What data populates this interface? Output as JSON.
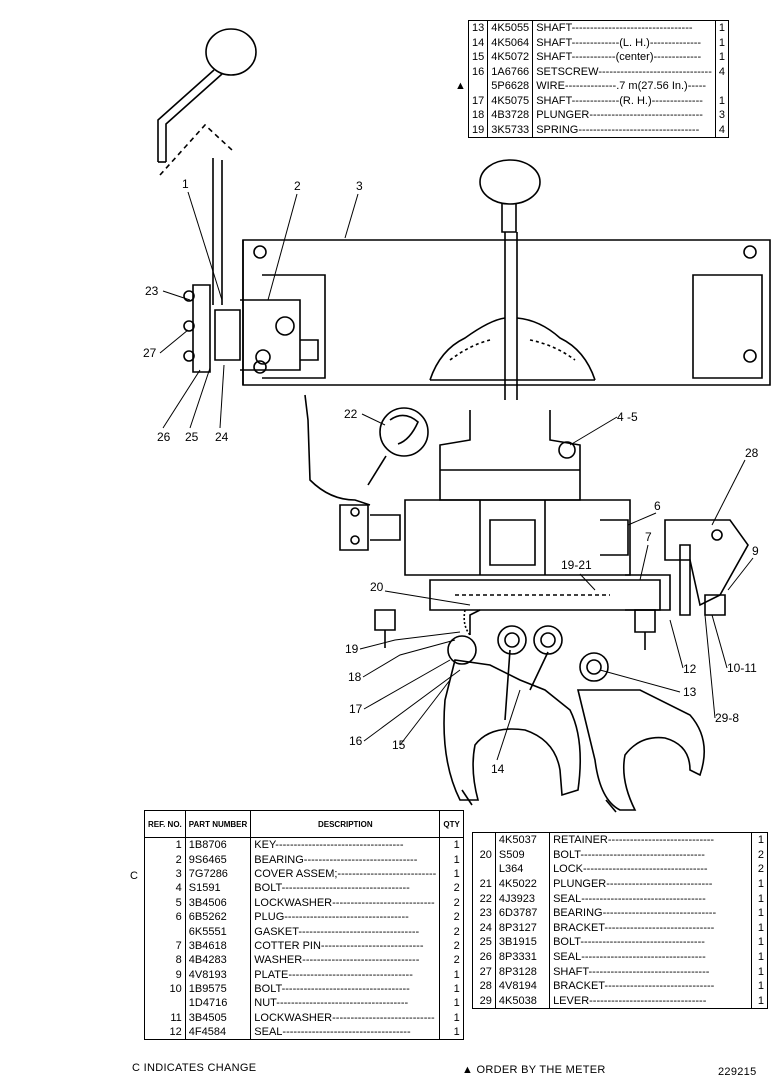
{
  "top_table": {
    "rows": [
      {
        "ref": "13",
        "part": "4K5055",
        "desc": "SHAFT---------------------------------",
        "qty": "1"
      },
      {
        "ref": "14",
        "part": "4K5064",
        "desc": "SHAFT-------------(L. H.)--------------",
        "qty": "1"
      },
      {
        "ref": "15",
        "part": "4K5072",
        "desc": "SHAFT------------(center)-------------",
        "qty": "1"
      },
      {
        "ref": "16",
        "part": "1A6766",
        "desc": "SETSCREW-------------------------------",
        "qty": "4"
      },
      {
        "ref": "",
        "part": "5P6628",
        "desc": "WIRE--------------.7 m(27.56 In.)-----",
        "qty": ""
      },
      {
        "ref": "17",
        "part": "4K5075",
        "desc": "SHAFT-------------(R. H.)--------------",
        "qty": "1"
      },
      {
        "ref": "18",
        "part": "4B3728",
        "desc": "PLUNGER-------------------------------",
        "qty": "3"
      },
      {
        "ref": "19",
        "part": "3K5733",
        "desc": "SPRING---------------------------------",
        "qty": "4"
      }
    ],
    "marker": "▲"
  },
  "bottom_left_table": {
    "headers": {
      "ref": "REF. NO.",
      "part": "PART NUMBER",
      "desc": "DESCRIPTION",
      "qty": "QTY"
    },
    "rows": [
      {
        "mark": "",
        "ref": "1",
        "part": "1B8706",
        "desc": "KEY-----------------------------------",
        "qty": "1"
      },
      {
        "mark": "",
        "ref": "2",
        "part": "9S6465",
        "desc": "BEARING-------------------------------",
        "qty": "1"
      },
      {
        "mark": "C",
        "ref": "3",
        "part": "7G7286",
        "desc": "COVER ASSEM;---------------------------",
        "qty": "1"
      },
      {
        "mark": "",
        "ref": "4",
        "part": "S1591",
        "desc": "BOLT-----------------------------------",
        "qty": "2"
      },
      {
        "mark": "",
        "ref": "5",
        "part": "3B4506",
        "desc": "LOCKWASHER----------------------------",
        "qty": "2"
      },
      {
        "mark": "",
        "ref": "6",
        "part": "6B5262",
        "desc": "PLUG----------------------------------",
        "qty": "2"
      },
      {
        "mark": "",
        "ref": "",
        "part": "6K5551",
        "desc": "GASKET---------------------------------",
        "qty": "2"
      },
      {
        "mark": "",
        "ref": "7",
        "part": "3B4618",
        "desc": "COTTER PIN----------------------------",
        "qty": "2"
      },
      {
        "mark": "",
        "ref": "8",
        "part": "4B4283",
        "desc": "WASHER--------------------------------",
        "qty": "2"
      },
      {
        "mark": "",
        "ref": "9",
        "part": "4V8193",
        "desc": "PLATE----------------------------------",
        "qty": "1"
      },
      {
        "mark": "",
        "ref": "10",
        "part": "1B9575",
        "desc": "BOLT-----------------------------------",
        "qty": "1"
      },
      {
        "mark": "",
        "ref": "",
        "part": "1D4716",
        "desc": "NUT------------------------------------",
        "qty": "1"
      },
      {
        "mark": "",
        "ref": "11",
        "part": "3B4505",
        "desc": "LOCKWASHER----------------------------",
        "qty": "1"
      },
      {
        "mark": "",
        "ref": "12",
        "part": "4F4584",
        "desc": "SEAL-----------------------------------",
        "qty": "1"
      }
    ]
  },
  "bottom_right_table": {
    "rows": [
      {
        "ref": "",
        "part": "4K5037",
        "desc": "RETAINER-----------------------------",
        "qty": "1"
      },
      {
        "ref": "20",
        "part": "S509",
        "desc": "BOLT----------------------------------",
        "qty": "2"
      },
      {
        "ref": "",
        "part": "L364",
        "desc": "LOCK----------------------------------",
        "qty": "2"
      },
      {
        "ref": "21",
        "part": "4K5022",
        "desc": "PLUNGER-----------------------------",
        "qty": "1"
      },
      {
        "ref": "22",
        "part": "4J3923",
        "desc": "SEAL----------------------------------",
        "qty": "1"
      },
      {
        "ref": "23",
        "part": "6D3787",
        "desc": "BEARING-------------------------------",
        "qty": "1"
      },
      {
        "ref": "24",
        "part": "8P3127",
        "desc": "BRACKET------------------------------",
        "qty": "1"
      },
      {
        "ref": "25",
        "part": "3B1915",
        "desc": "BOLT----------------------------------",
        "qty": "1"
      },
      {
        "ref": "26",
        "part": "8P3331",
        "desc": "SEAL----------------------------------",
        "qty": "1"
      },
      {
        "ref": "27",
        "part": "8P3128",
        "desc": "SHAFT---------------------------------",
        "qty": "1"
      },
      {
        "ref": "28",
        "part": "4V8194",
        "desc": "BRACKET------------------------------",
        "qty": "1"
      },
      {
        "ref": "29",
        "part": "4K5038",
        "desc": "LEVER--------------------------------",
        "qty": "1"
      }
    ]
  },
  "footer": {
    "change_note": "C  INDICATES CHANGE",
    "meter_note": "▲ ORDER BY THE  METER",
    "drawing_number": "229215"
  },
  "callouts": [
    "1",
    "2",
    "3",
    "4 -5",
    "6",
    "7",
    "28",
    "9",
    "23",
    "27",
    "26",
    "25",
    "24",
    "22",
    "20",
    "19-21",
    "19",
    "18",
    "17",
    "16",
    "15",
    "14",
    "13",
    "12",
    "10-11",
    "29-8"
  ]
}
